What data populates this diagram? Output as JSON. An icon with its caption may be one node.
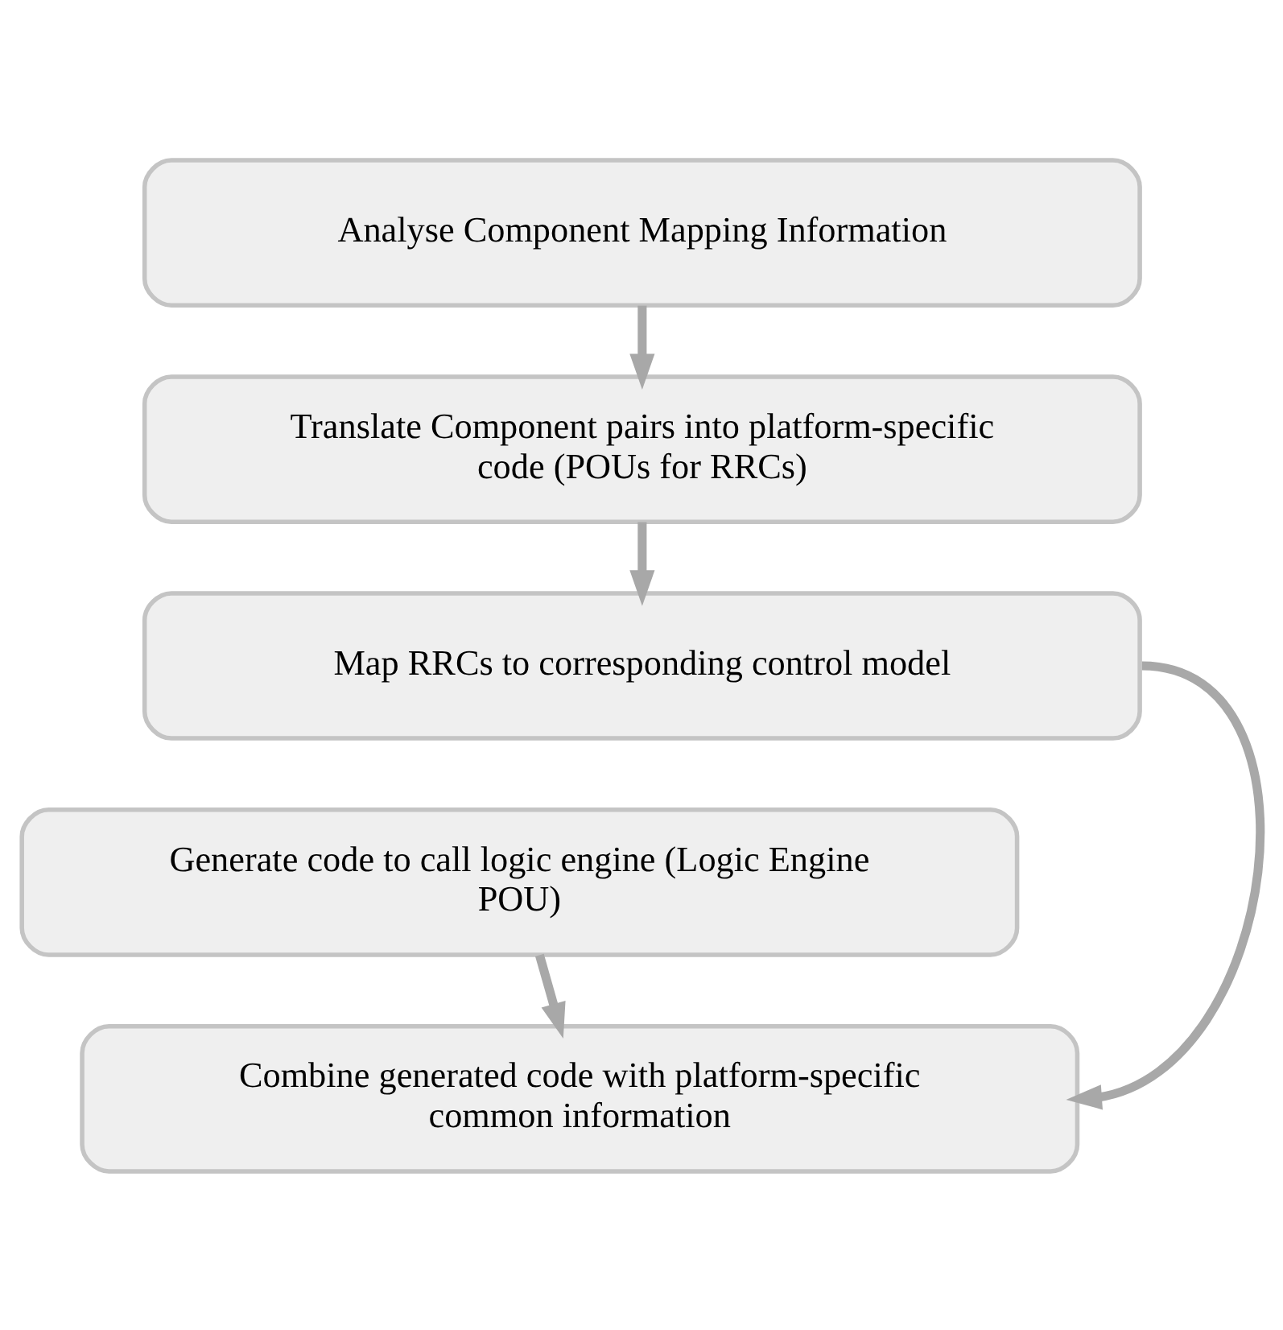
{
  "diagram": {
    "nodes": [
      {
        "text": [
          "Analyse Component Mapping Information"
        ]
      },
      {
        "text": [
          "Translate Component pairs into platform-specific code (POUs for RRCs)"
        ]
      },
      {
        "text": [
          "Map RRCs to corresponding control model"
        ]
      },
      {
        "text": [
          "Generate code to call logic engine (Logic Engine POU)"
        ]
      },
      {
        "text": [
          "Combine generated code with platform-specific common information"
        ]
      }
    ],
    "edges": [
      {
        "from": 0,
        "to": 1,
        "arrow": "to"
      },
      {
        "from": 1,
        "to": 2,
        "arrow": "to"
      },
      {
        "from": 2,
        "to": 4,
        "arrow": "to"
      },
      {
        "from": 3,
        "to": 4,
        "arrow": "to"
      }
    ]
  }
}
